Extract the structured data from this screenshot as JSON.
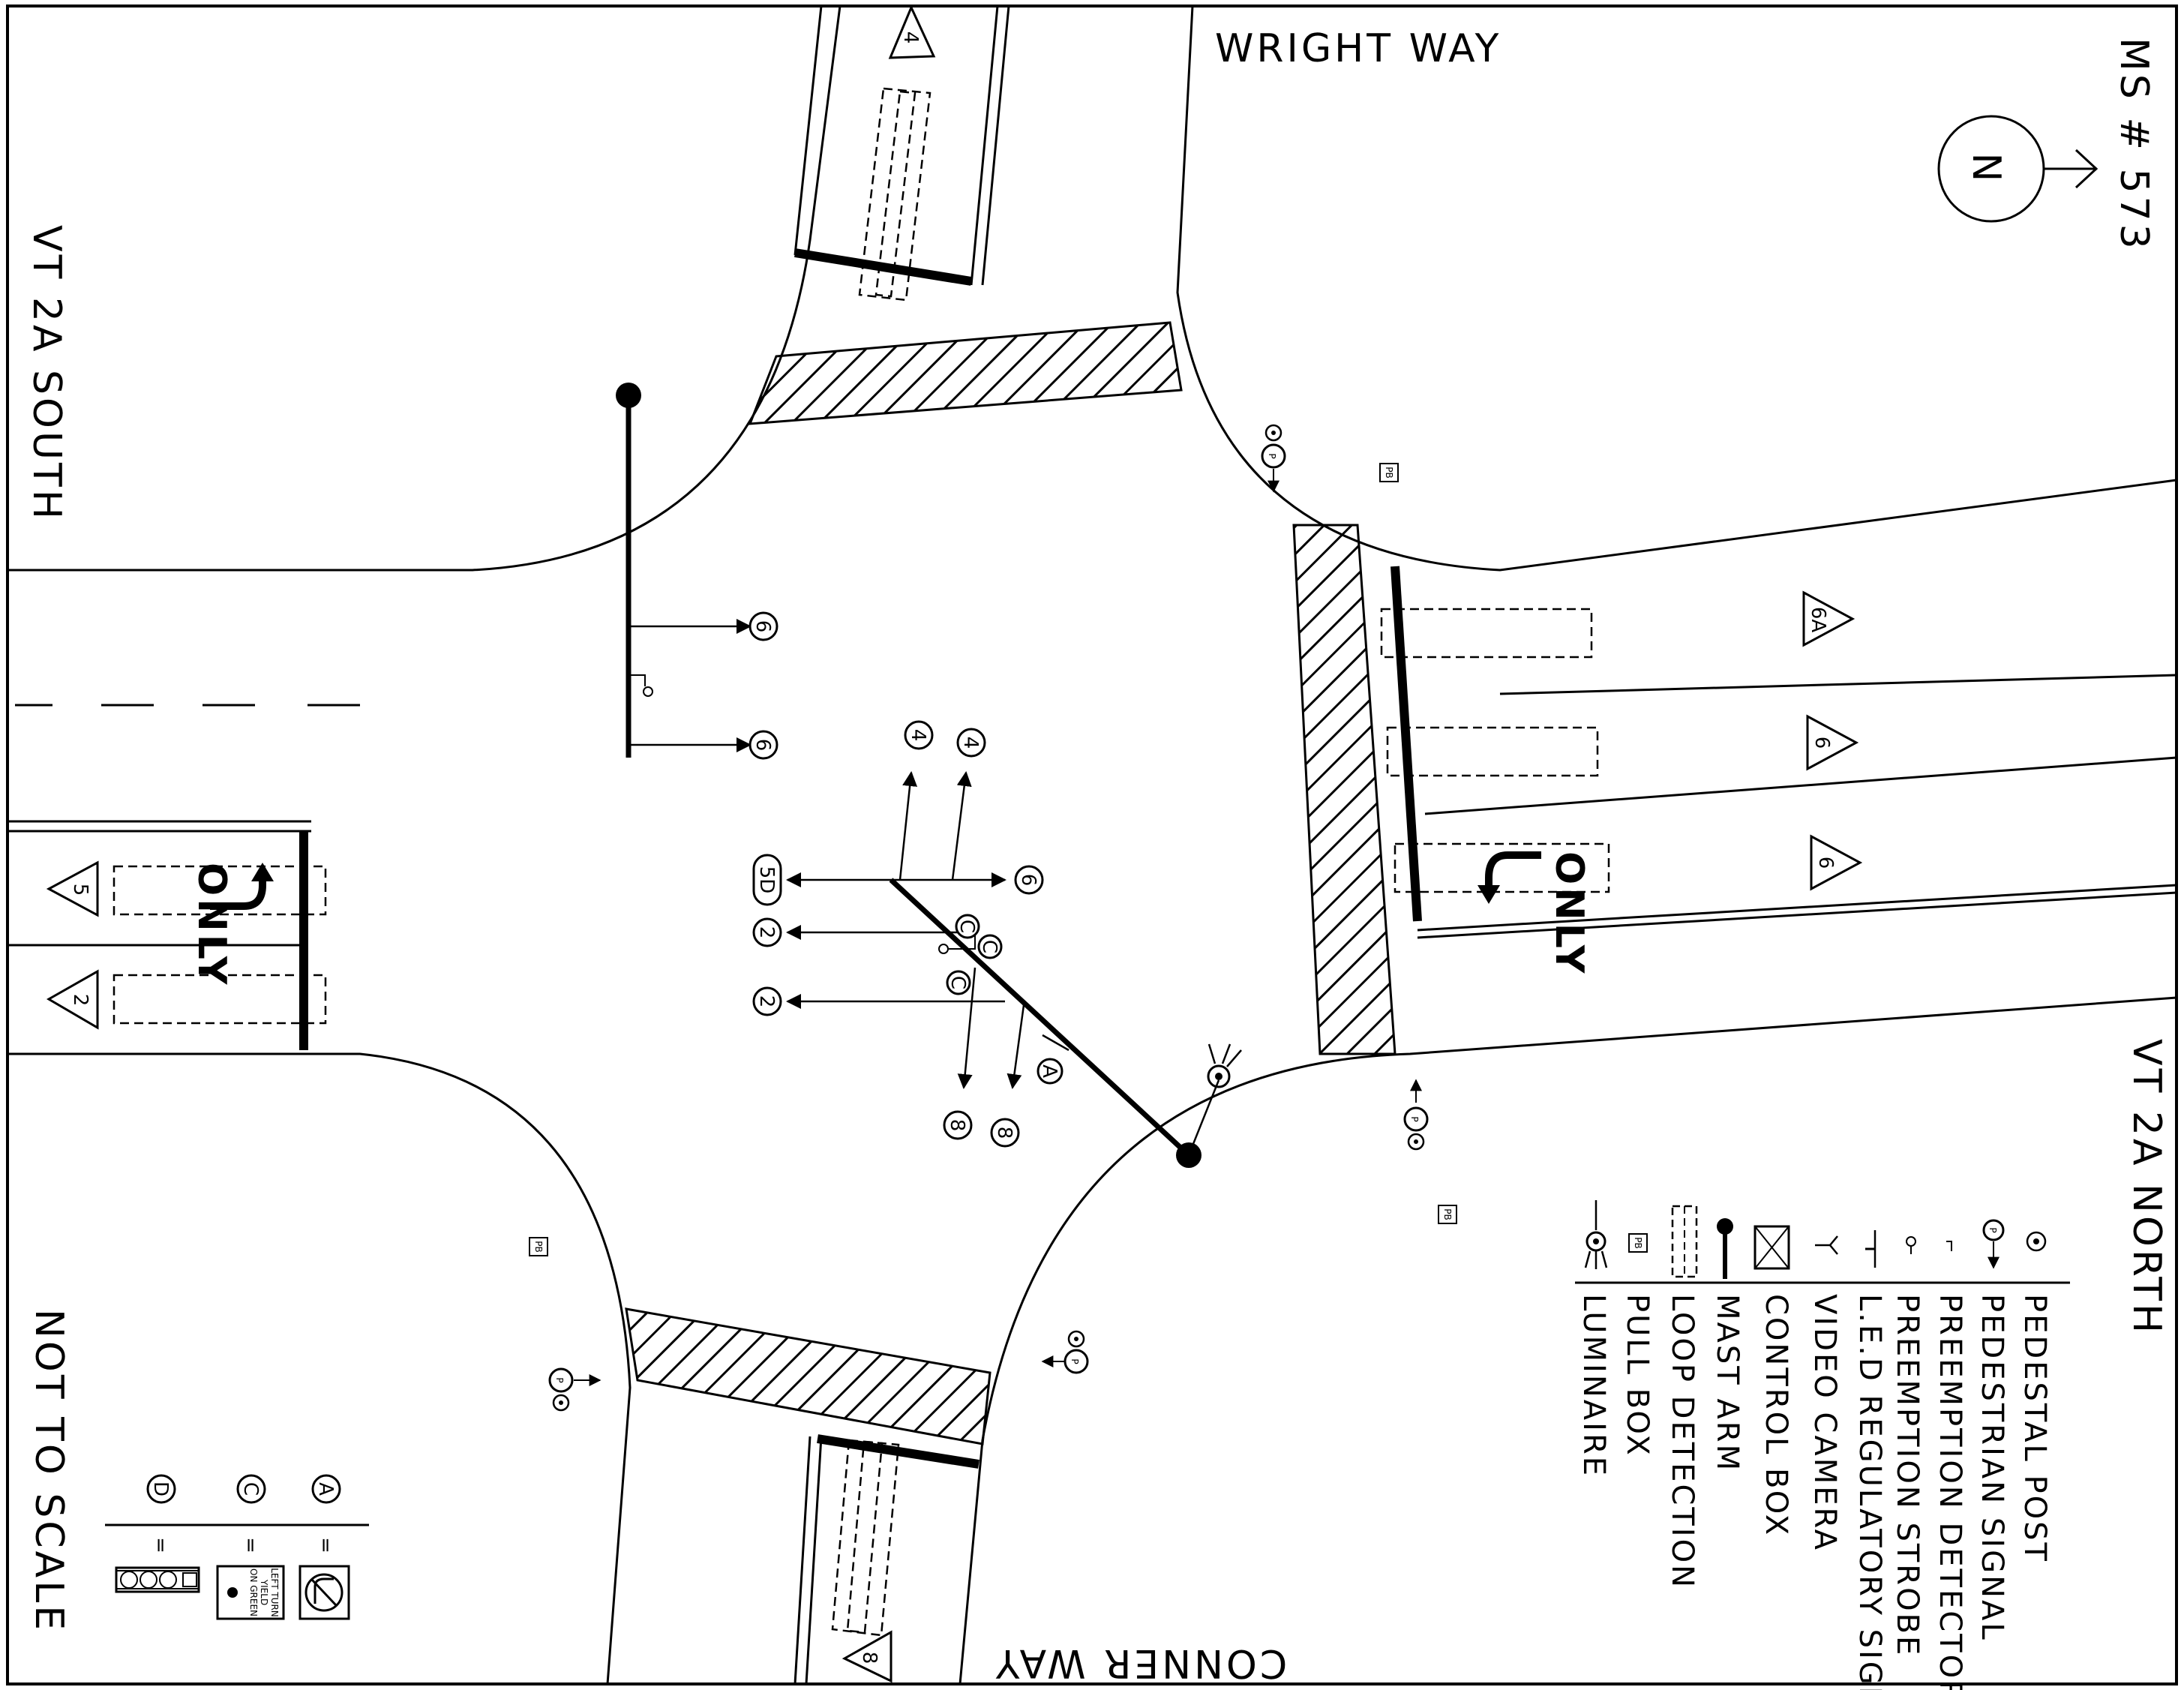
{
  "streets": {
    "north": "WRIGHT WAY",
    "south": "CONNER WAY",
    "west": "VT 2A SOUTH",
    "east": "VT 2A NORTH"
  },
  "title": "MS # 573",
  "north_arrow": "N",
  "scale_note": "NOT TO SCALE",
  "lane_labels": {
    "westbound_top": "6A",
    "westbound_mid": "6",
    "westbound_bottom": "6",
    "eastbound_left": "5",
    "eastbound_right": "2",
    "southbound": "4",
    "northbound": "8"
  },
  "pavement_marking": "ONLY",
  "signal_heads": {
    "mast_west_upper": "6",
    "mast_west_lower": "6",
    "diag_6": "6",
    "diag_5d": "5D",
    "diag_2_upper": "2",
    "diag_2_lower": "2",
    "diag_4_left": "4",
    "diag_4_right": "4",
    "diag_8_left": "8",
    "diag_8_right": "8"
  },
  "sign_markers": {
    "c1": "C",
    "c2": "C",
    "c3": "C",
    "a1": "A"
  },
  "pull_box": "PB",
  "ped_signal": "P",
  "legend": [
    {
      "icon": "pedestal-post-icon",
      "label": "PEDESTAL POST"
    },
    {
      "icon": "pedestrian-signal-icon",
      "label": "PEDESTRIAN SIGNAL"
    },
    {
      "icon": "preemption-detector-icon",
      "label": "PREEMPTION DETECTOR"
    },
    {
      "icon": "preemption-strobe-icon",
      "label": "PREEMPTION STROBE"
    },
    {
      "icon": "led-sign-icon",
      "label": "L.E.D REGULATORY SIGN"
    },
    {
      "icon": "video-camera-icon",
      "label": "VIDEO CAMERA"
    },
    {
      "icon": "control-box-icon",
      "label": "CONTROL BOX"
    },
    {
      "icon": "mast-arm-icon",
      "label": "MAST ARM"
    },
    {
      "icon": "loop-detection-icon",
      "label": "LOOP DETECTION"
    },
    {
      "icon": "pull-box-icon",
      "label": "PULL BOX"
    },
    {
      "icon": "luminaire-icon",
      "label": "LUMINAIRE"
    }
  ],
  "sign_key": [
    {
      "letter": "A",
      "eq": "="
    },
    {
      "letter": "C",
      "eq": "=",
      "sign_text": [
        "LEFT TURN",
        "YIELD",
        "ON GREEN"
      ]
    },
    {
      "letter": "D",
      "eq": "="
    }
  ]
}
